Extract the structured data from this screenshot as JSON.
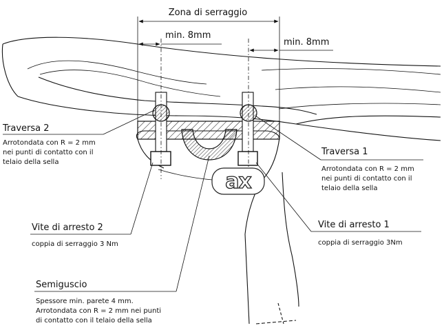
{
  "dimensions": {
    "clamp_zone": "Zona di serraggio",
    "min_left": "min. 8mm",
    "min_right": "min. 8mm"
  },
  "callouts": {
    "traversa2": {
      "title": "Traversa 2",
      "lines": [
        "Arrotondata con R = 2 mm",
        "nei punti di contatto con il",
        "telaio della sella"
      ]
    },
    "traversa1": {
      "title": "Traversa 1",
      "lines": [
        "Arrotondata con R = 2 mm",
        "nei punti di contatto con il",
        "telaio della sella"
      ]
    },
    "vite2": {
      "title": "Vite di arresto  2",
      "lines": [
        "coppia di serraggio 3 Nm"
      ]
    },
    "vite1": {
      "title": "Vite di arresto  1",
      "lines": [
        "coppia di serraggio 3Nm"
      ]
    },
    "semiguscio": {
      "title": "Semiguscio",
      "lines": [
        "Spessore min. parete 4 mm.",
        "Arrotondata con R = 2 mm nei punti",
        "di contatto con il telaio della sella"
      ]
    }
  },
  "logo": "ax"
}
